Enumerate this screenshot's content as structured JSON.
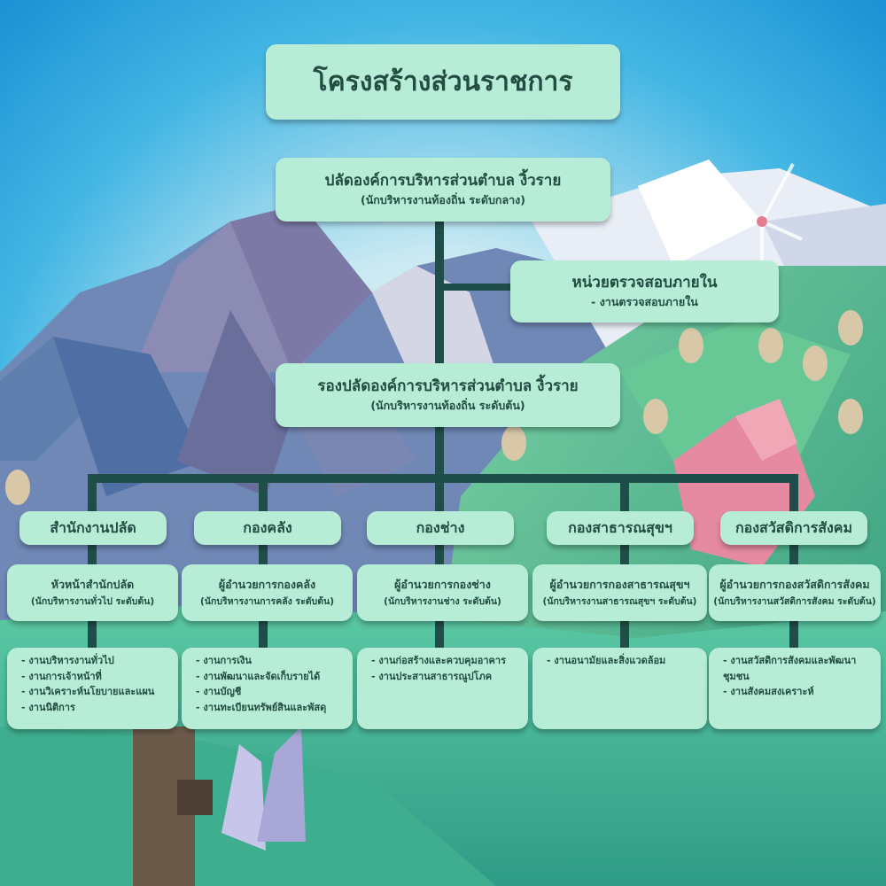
{
  "title": "โครงสร้างส่วนราชการ",
  "top": {
    "title": "ปลัดองค์การบริหารส่วนตำบล งิ้วราย",
    "subtitle": "(นักบริหารงานท้องถิ่น ระดับกลาง)"
  },
  "audit": {
    "title": "หน่วยตรวจสอบภายใน",
    "item": "- งานตรวจสอบภายใน"
  },
  "deputy": {
    "title": "รองปลัดองค์การบริหารส่วนตำบล งิ้วราย",
    "subtitle": "(นักบริหารงานท้องถิ่น ระดับต้น)"
  },
  "departments": [
    {
      "name": "สำนักงานปลัด",
      "head": "หัวหน้าสำนักปลัด",
      "head_level": "(นักบริหารงานทั่วไป ระดับต้น)",
      "tasks": [
        "งานบริหารงานทั่วไป",
        "งานการเจ้าหน้าที่",
        "งานวิเคราะห์นโยบายและแผน",
        "งานนิติการ"
      ]
    },
    {
      "name": "กองคลัง",
      "head": "ผู้อำนวยการกองคลัง",
      "head_level": "(นักบริหารงานการคลัง ระดับต้น)",
      "tasks": [
        "งานการเงิน",
        "งานพัฒนาและจัดเก็บรายได้",
        "งานบัญชี",
        "งานทะเบียนทรัพย์สินและพัสดุ"
      ]
    },
    {
      "name": "กองช่าง",
      "head": "ผู้อำนวยการกองช่าง",
      "head_level": "(นักบริหารงานช่าง ระดับต้น)",
      "tasks": [
        "งานก่อสร้างและควบคุมอาคาร",
        "งานประสานสาธารณูปโภค"
      ]
    },
    {
      "name": "กองสาธารณสุขฯ",
      "head": "ผู้อำนวยการกองสาธารณสุขฯ",
      "head_level": "(นักบริหารงานสาธารณสุขฯ ระดับต้น)",
      "tasks": [
        "งานอนามัยและสิ่งแวดล้อม"
      ]
    },
    {
      "name": "กองสวัสดิการสังคม",
      "head": "ผู้อำนวยการกองสวัสดิการสังคม",
      "head_level": "(นักบริหารงานสวัสดิการสังคม ระดับต้น)",
      "tasks": [
        "งานสวัสดิการสังคมและพัฒนาชุมชน",
        "งานสังคมสงเคราะห์"
      ]
    }
  ]
}
